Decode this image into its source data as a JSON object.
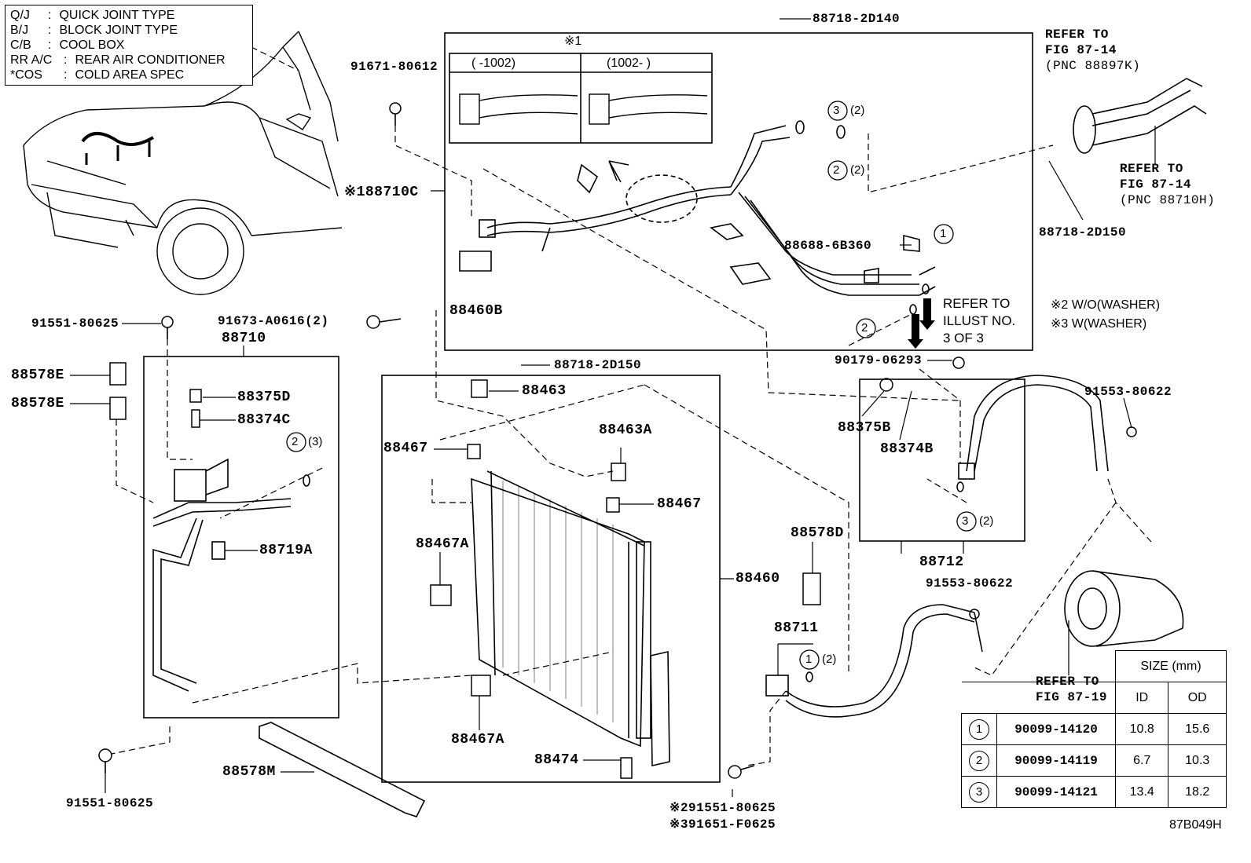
{
  "legend": [
    {
      "code": "Q/J",
      "sep": ":",
      "desc": "QUICK JOINT TYPE"
    },
    {
      "code": "B/J",
      "sep": ":",
      "desc": "BLOCK JOINT TYPE"
    },
    {
      "code": "C/B",
      "sep": ":",
      "desc": "COOL BOX"
    },
    {
      "code": "RR A/C",
      "sep": ":",
      "desc": "REAR AIR CONDITIONER"
    },
    {
      "code": "*COS",
      "sep": ":",
      "desc": "COLD AREA SPEC"
    }
  ],
  "detail_header": "※1",
  "detail_left": "(    -1002)",
  "detail_right": "(1002-      )",
  "labels": {
    "p88718_2D140": "88718-2D140",
    "p91671_80612": "91671-80612",
    "p88710C": "※188710C",
    "p88460B": "88460B",
    "p88688": "88688-6B360",
    "refer_illust": [
      "REFER TO",
      "ILLUST NO.",
      "3 OF 3"
    ],
    "refer_fig_top": [
      "REFER TO",
      "FIG 87-14",
      "(PNC 88897K)"
    ],
    "refer_fig_right": [
      "REFER TO",
      "FIG 87-14",
      "(PNC 88710H)"
    ],
    "p88718_2D150_r": "88718-2D150",
    "note2": "※2 W/O(WASHER)",
    "note3": "※3 W(WASHER)",
    "p91551_80625_a": "91551-80625",
    "p91673": "91673-A0616(2)",
    "p88710": "88710",
    "p88578E_1": "88578E",
    "p88578E_2": "88578E",
    "p88375D": "88375D",
    "p88374C": "88374C",
    "p88719A": "88719A",
    "p88718_2D150_c": "88718-2D150",
    "p88463": "88463",
    "p88467_a": "88467",
    "p88463A": "88463A",
    "p88467_b": "88467",
    "p88467A_a": "88467A",
    "p88467A_b": "88467A",
    "p88460": "88460",
    "p88474": "88474",
    "p88578M": "88578M",
    "p91551_80625_b": "91551-80625",
    "p90179": "90179-06293",
    "p88375B": "88375B",
    "p88374B": "88374B",
    "p91553_a": "91553-80622",
    "p88712": "88712",
    "p91553_b": "91553-80622",
    "p88578D": "88578D",
    "p88711": "88711",
    "refer_fig19": [
      "REFER TO",
      "FIG 87-19"
    ],
    "bolt_alt1": "※291551-80625",
    "bolt_alt2": "※391651-F0625",
    "diagram_id": "87B049H"
  },
  "callouts": {
    "c3_top": "(2)",
    "c2_top": "(2)",
    "c2_left": "(3)",
    "c3_right": "(2)",
    "c1_bottom": "(2)"
  },
  "size_table": {
    "header": "SIZE (mm)",
    "col_id": "ID",
    "col_od": "OD",
    "rows": [
      {
        "no": "1",
        "part": "90099-14120",
        "id": "10.8",
        "od": "15.6"
      },
      {
        "no": "2",
        "part": "90099-14119",
        "id": "6.7",
        "od": "10.3"
      },
      {
        "no": "3",
        "part": "90099-14121",
        "id": "13.4",
        "od": "18.2"
      }
    ]
  }
}
